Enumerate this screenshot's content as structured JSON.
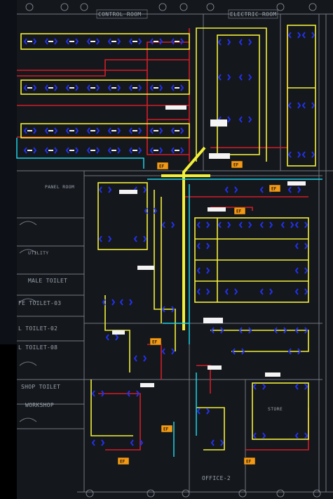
{
  "drawing": {
    "background": "#05070c",
    "sheet_color": "#14171c",
    "layer_colors": {
      "yellow": "#f2ef3a",
      "red": "#d11f26",
      "blue": "#2331e8",
      "cyan": "#1cd3e6",
      "white": "#f4f4f4",
      "grey": "#8d939b",
      "orange": "#f29a17"
    }
  },
  "room_labels": {
    "control_room": "CONTROL ROOM",
    "electric_room": "ELECTRIC ROOM",
    "panel_room": "PANEL ROOM",
    "utility": "UTILITY",
    "male_toilet": "MALE TOILET",
    "female_toilet": "FE TOILET-03",
    "ladies_toilet": "L TOILET-02",
    "toilet_08": "L TOILET-08",
    "shop_toilet": "SHOP TOILET",
    "workshop": "WORKSHOP",
    "office": "OFFICE-2",
    "store": "STORE"
  },
  "equipment_tags": [
    "EF",
    "EF",
    "EF",
    "EF",
    "EF",
    "EF",
    "EF",
    "EF"
  ]
}
